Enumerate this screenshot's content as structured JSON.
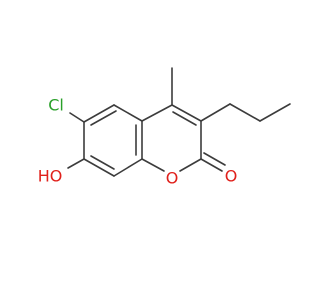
{
  "molecule": {
    "atoms": {
      "chlorine": {
        "label": "Cl",
        "color": "#2aa02a"
      },
      "hydroxyl": {
        "label": "HO",
        "color": "#e0201b"
      },
      "ring_oxygen": {
        "label": "O",
        "color": "#e0201b"
      },
      "carbonyl_oxygen": {
        "label": "O",
        "color": "#e0201b"
      }
    },
    "bond_color": "#3c3c3c"
  }
}
